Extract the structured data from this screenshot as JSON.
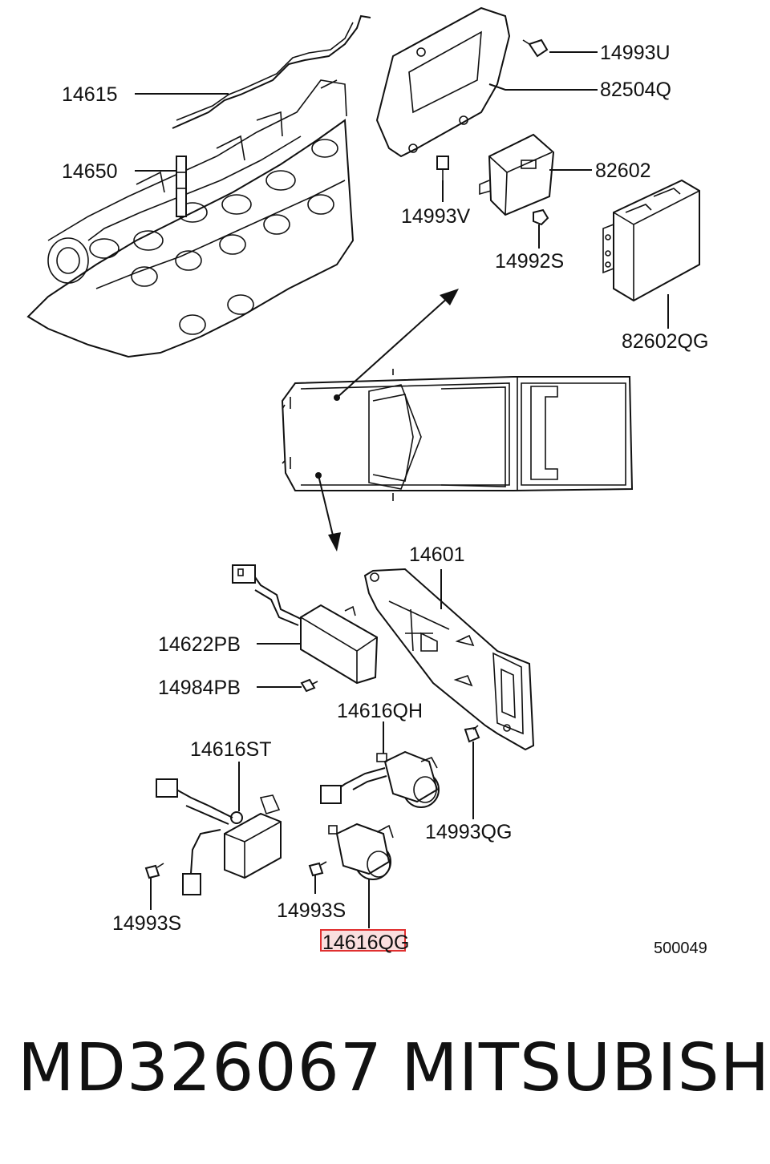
{
  "labels": {
    "l14615": "14615",
    "l14650": "14650",
    "l14993U": "14993U",
    "l82504Q": "82504Q",
    "l82602": "82602",
    "l14993V": "14993V",
    "l14992S": "14992S",
    "l82602QG": "82602QG",
    "l14601": "14601",
    "l14622PB": "14622PB",
    "l14984PB": "14984PB",
    "l14616QH": "14616QH",
    "l14616ST": "14616ST",
    "l14993QG": "14993QG",
    "l14993S_left": "14993S",
    "l14993S_mid": "14993S",
    "l14616QG": "14616QG",
    "l500049": "500049"
  },
  "highlight": {
    "text": "14616Q",
    "color": "#e03030"
  },
  "footer": {
    "part_number": "MD326067",
    "brand": "MITSUBISHI"
  }
}
